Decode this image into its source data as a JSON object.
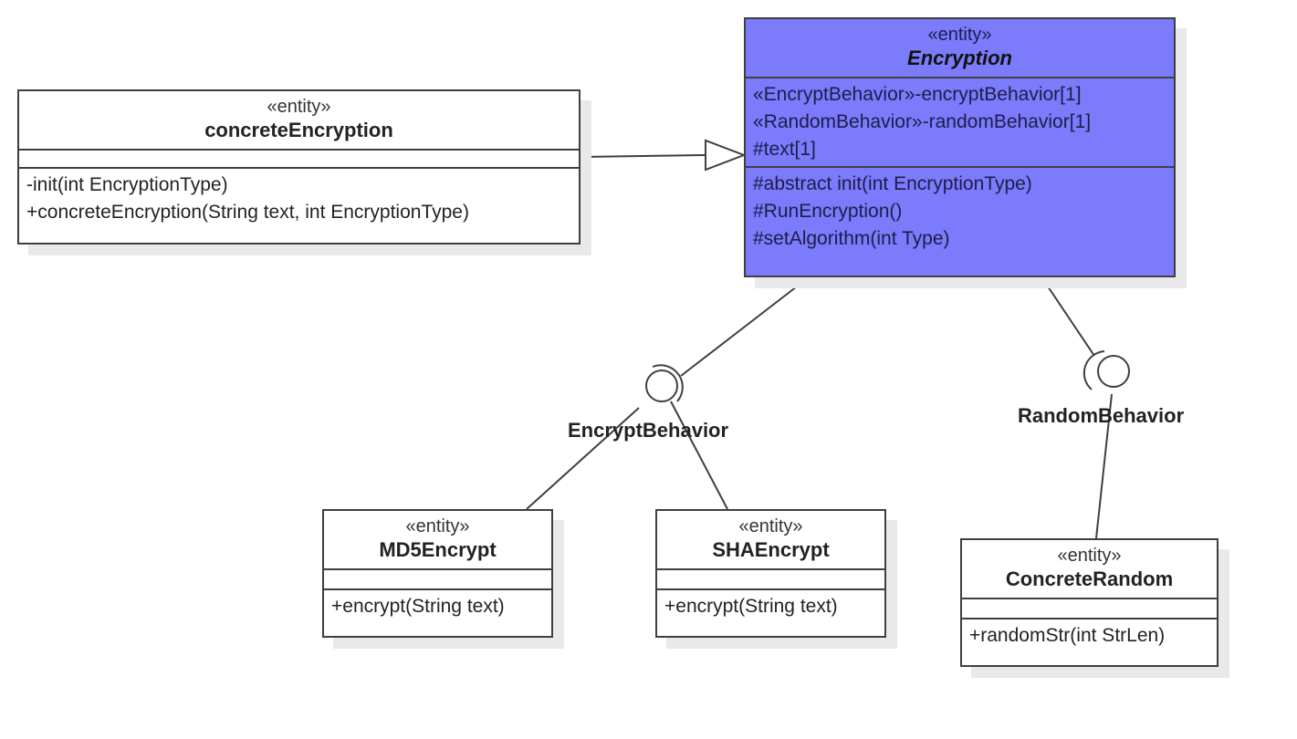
{
  "classes": {
    "encryption": {
      "stereotype": "«entity»",
      "name": "Encryption",
      "attributes": [
        "«EncryptBehavior»-encryptBehavior[1]",
        "«RandomBehavior»-randomBehavior[1]",
        "#text[1]"
      ],
      "operations": [
        "#abstract init(int EncryptionType)",
        "#RunEncryption()",
        "#setAlgorithm(int Type)"
      ],
      "fill_color": "#7b7bfb"
    },
    "concrete_encryption": {
      "stereotype": "«entity»",
      "name": "concreteEncryption",
      "attributes": [],
      "operations": [
        "-init(int EncryptionType)",
        "+concreteEncryption(String text, int EncryptionType)"
      ]
    },
    "md5_encrypt": {
      "stereotype": "«entity»",
      "name": "MD5Encrypt",
      "attributes": [],
      "operations": [
        "+encrypt(String text)"
      ]
    },
    "sha_encrypt": {
      "stereotype": "«entity»",
      "name": "SHAEncrypt",
      "attributes": [],
      "operations": [
        "+encrypt(String text)"
      ]
    },
    "concrete_random": {
      "stereotype": "«entity»",
      "name": "ConcreteRandom",
      "attributes": [],
      "operations": [
        "+randomStr(int StrLen)"
      ]
    }
  },
  "interfaces": {
    "encrypt_behavior": {
      "label": "EncryptBehavior"
    },
    "random_behavior": {
      "label": "RandomBehavior"
    }
  },
  "colors": {
    "line": "#3f3f3f",
    "abstract_fill": "#7b7bfb",
    "shadow": "#e9e9e9"
  }
}
